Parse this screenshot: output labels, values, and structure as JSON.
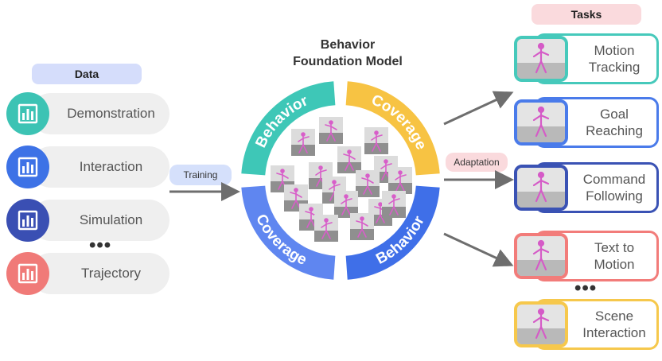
{
  "data_section": {
    "header": "Data",
    "items": [
      {
        "label": "Demonstration",
        "color": "#3cc3b4"
      },
      {
        "label": "Interaction",
        "color": "#3d72e6"
      },
      {
        "label": "Simulation",
        "color": "#3a4fb3"
      },
      {
        "label": "Trajectory",
        "color": "#f07a78"
      }
    ],
    "more": "•••"
  },
  "training_label": "Training",
  "model": {
    "title_line1": "Behavior",
    "title_line2": "Foundation Model",
    "ring_labels": [
      "Behavior",
      "Coverage",
      "Coverage",
      "Behavior"
    ],
    "ring_colors": [
      "#3ec7b7",
      "#f7c343",
      "#5f86f0",
      "#3f6fe8"
    ]
  },
  "adaptation_label": "Adaptation",
  "tasks_section": {
    "header": "Tasks",
    "items": [
      {
        "label": "Motion\nTracking",
        "color": "#46c9bb"
      },
      {
        "label": "Goal\nReaching",
        "color": "#4a7bea"
      },
      {
        "label": "Command\nFollowing",
        "color": "#3a52b4"
      },
      {
        "label": "Text to\nMotion",
        "color": "#f27c7a"
      },
      {
        "label": "Scene\nInteraction",
        "color": "#f6c84c"
      }
    ],
    "more": "•••"
  },
  "colors": {
    "data_header_bg": "#d5ddfb",
    "tasks_header_bg": "#fadadd",
    "training_bg": "#d5e0fb",
    "adaptation_bg": "#fadadd",
    "arrow": "#6e6e6e"
  }
}
